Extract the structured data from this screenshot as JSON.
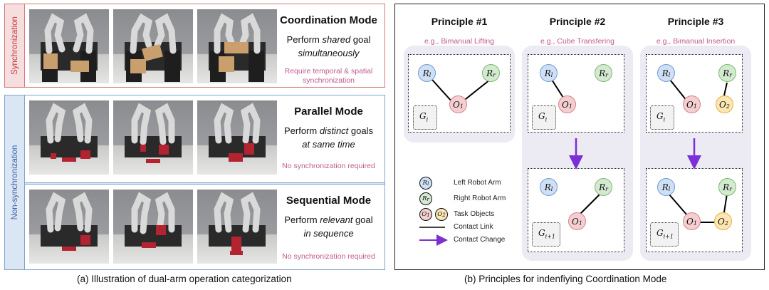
{
  "left_panel": {
    "sync_label": "Synchronization",
    "nonsync_label": "Non-synchronization",
    "modes": [
      {
        "title": "Coordination Mode",
        "desc_pre": "Perform ",
        "desc_em": "shared",
        "desc_mid": " goal",
        "desc_line2": "simultaneously",
        "note_line1": "Require temporal & spatial",
        "note_line2": "synchronization"
      },
      {
        "title": "Parallel Mode",
        "desc_pre": "Perform ",
        "desc_em": "distinct",
        "desc_mid": " goals",
        "desc_line2": "at same time",
        "note_line1": "No synchronization required"
      },
      {
        "title": "Sequential Mode",
        "desc_pre": "Perform ",
        "desc_em": "relevant",
        "desc_mid": " goal",
        "desc_line2": "in sequence",
        "note_line1": "No synchronization required"
      }
    ],
    "caption": "(a) Illustration of dual-arm operation categorization"
  },
  "right_panel": {
    "principles": [
      {
        "title": "Principle #1",
        "example": "e.g., Bimanual Lifting"
      },
      {
        "title": "Principle #2",
        "example": "e.g., Cube Transfering"
      },
      {
        "title": "Principle #3",
        "example": "e.g., Bimanual Insertion"
      }
    ],
    "nodes": {
      "left_arm": "R",
      "left_sub": "l",
      "right_arm": "R",
      "right_sub": "r",
      "obj": "O",
      "obj1_sub": "1",
      "obj2_sub": "2",
      "goal": "G",
      "goal_sub_i": "i",
      "goal_sub_next": "i+1"
    },
    "legend": {
      "left_arm": "Left Robot Arm",
      "right_arm": "Right Robot Arm",
      "objects": "Task Objects",
      "contact_link": "Contact Link",
      "contact_change": "Contact Change"
    },
    "caption": "(b) Principles for indenfiying Coordination Mode"
  },
  "colors": {
    "sync_border": "#d7747a",
    "nonsync_border": "#7fa2cf",
    "note_pink": "#c05a8a",
    "arrow_purple": "#7b2fd6",
    "column_bg": "#eceaf3"
  }
}
